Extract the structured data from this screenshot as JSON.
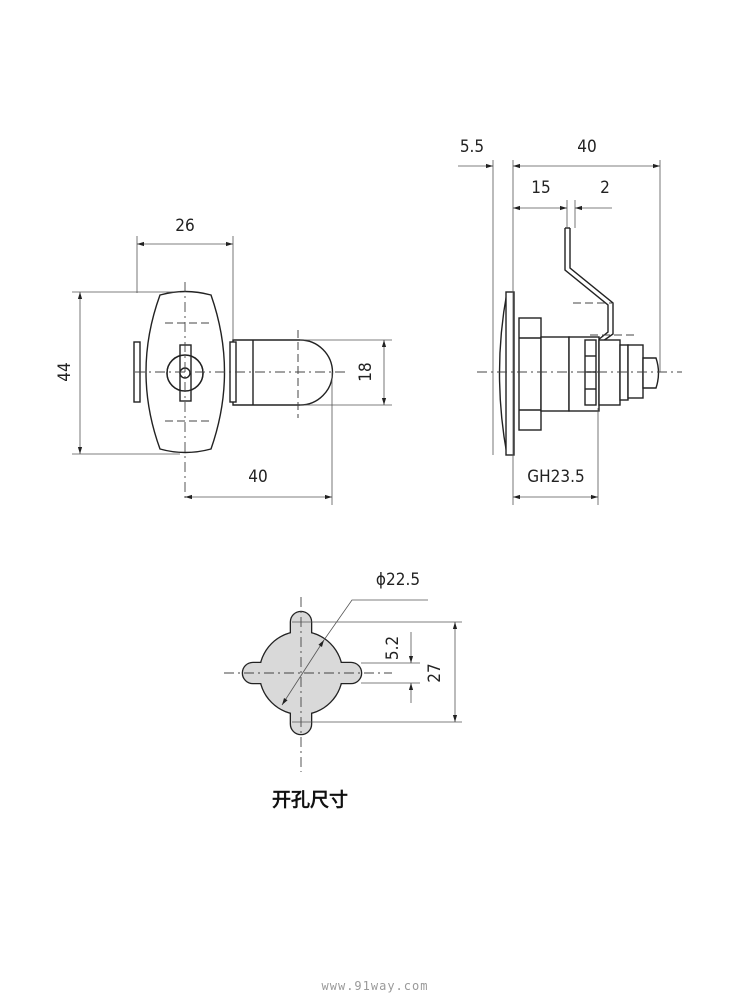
{
  "front_view": {
    "width_dim": "26",
    "height_dim": "44",
    "cam_width_dim": "18",
    "cam_length_dim": "40"
  },
  "side_view": {
    "flange_dim": "5.5",
    "overall_dim": "40",
    "grip_offset_dim": "15",
    "cam_thickness_dim": "2",
    "grip_range_dim": "GH23.5"
  },
  "cutout": {
    "diameter_dim": "ϕ22.5",
    "slot_width_dim": "5.2",
    "overall_dim": "27",
    "caption": "开孔尺寸",
    "fill_color": "#d9d9d9"
  },
  "watermark": "www.91way.com"
}
